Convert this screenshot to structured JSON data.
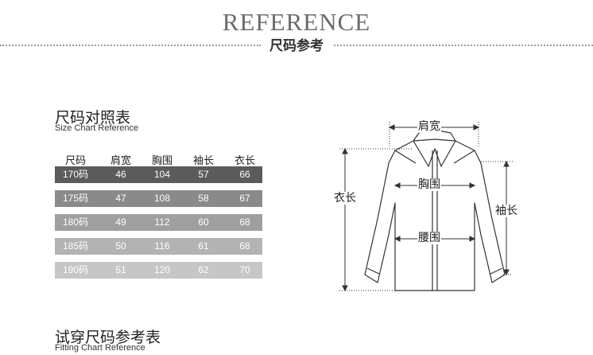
{
  "header": {
    "title": "REFERENCE",
    "subtitle": "尺码参考"
  },
  "size_chart": {
    "title": "尺码对照表",
    "subtitle": "Size Chart Reference",
    "columns": [
      "尺码",
      "肩宽",
      "胸围",
      "袖长",
      "衣长"
    ],
    "rows": [
      {
        "size": "170码",
        "shoulder": "46",
        "chest": "104",
        "sleeve": "57",
        "length": "66"
      },
      {
        "size": "175码",
        "shoulder": "47",
        "chest": "108",
        "sleeve": "58",
        "length": "67"
      },
      {
        "size": "180码",
        "shoulder": "49",
        "chest": "112",
        "sleeve": "60",
        "length": "68"
      },
      {
        "size": "185码",
        "shoulder": "50",
        "chest": "116",
        "sleeve": "61",
        "length": "68"
      },
      {
        "size": "190码",
        "shoulder": "51",
        "chest": "120",
        "sleeve": "62",
        "length": "70"
      }
    ],
    "row_colors": [
      "#5b5b5b",
      "#8a8a8a",
      "#9f9f9f",
      "#b3b3b3",
      "#c6c6c6"
    ]
  },
  "diagram": {
    "labels": {
      "shoulder": "肩宽",
      "chest": "胸围",
      "waist": "腰围",
      "length": "衣长",
      "sleeve": "袖长"
    }
  },
  "fitting_chart": {
    "title": "试穿尺码参考表",
    "subtitle": "Fitting Chart Reference"
  }
}
